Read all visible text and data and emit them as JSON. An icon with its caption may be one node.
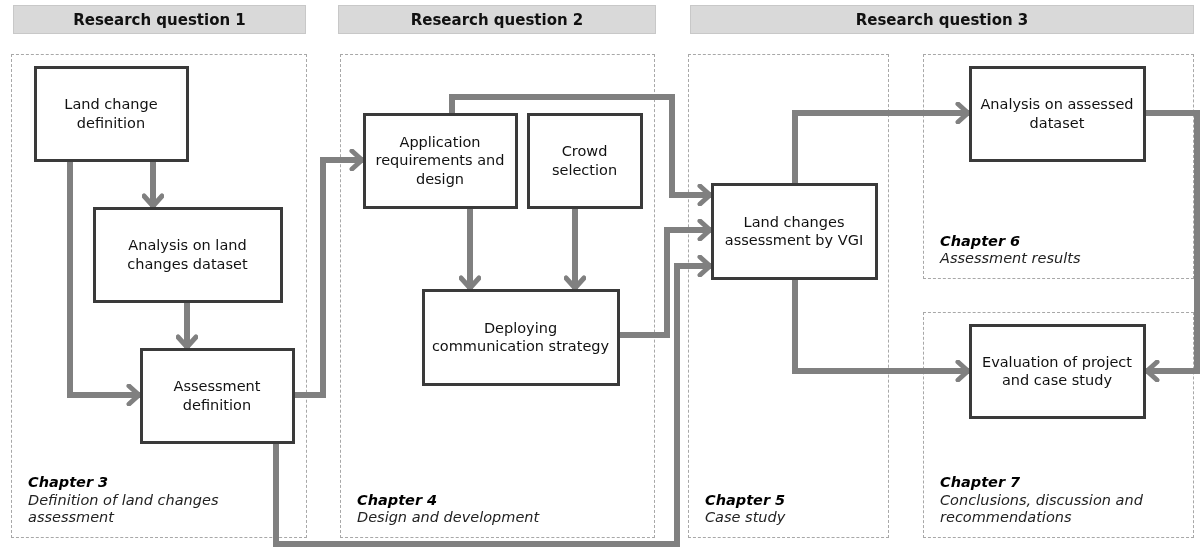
{
  "diagram": {
    "nodes": [
      {
        "text": [
          "Research question 1"
        ]
      },
      {
        "text": [
          "Research question 2"
        ]
      },
      {
        "text": [
          "Research question 3"
        ]
      },
      {
        "text": [
          "Chapter 3",
          "Definition of land changes assessment"
        ]
      },
      {
        "text": [
          "Land change definition"
        ],
        "in": 3
      },
      {
        "text": [
          "Analysis on land changes dataset"
        ],
        "in": 3
      },
      {
        "text": [
          "Assessment definition"
        ],
        "in": 3
      },
      {
        "text": [
          "Chapter 4",
          "Design and development"
        ]
      },
      {
        "text": [
          "Application requirements and design"
        ],
        "in": 7
      },
      {
        "text": [
          "Crowd selection"
        ],
        "in": 7
      },
      {
        "text": [
          "Deploying communication strategy"
        ],
        "in": 7
      },
      {
        "text": [
          "Chapter 5",
          "Case study"
        ]
      },
      {
        "text": [
          "Land changes assessment by VGI"
        ],
        "in": 11
      },
      {
        "text": [
          "Chapter 6",
          "Assessment results"
        ]
      },
      {
        "text": [
          "Analysis on assessed dataset"
        ],
        "in": 13
      },
      {
        "text": [
          "Chapter 7",
          "Conclusions, discussion and recommendations"
        ]
      },
      {
        "text": [
          "Evaluation of project and case study"
        ],
        "in": 15
      }
    ],
    "edges": [
      {
        "from": 4,
        "to": 5,
        "arrow": "to"
      },
      {
        "from": 4,
        "to": 6,
        "arrow": "to"
      },
      {
        "from": 5,
        "to": 6,
        "arrow": "to"
      },
      {
        "from": 6,
        "to": 8,
        "arrow": "to"
      },
      {
        "from": 8,
        "to": 12,
        "arrow": "to"
      },
      {
        "from": 8,
        "to": 10,
        "arrow": "to"
      },
      {
        "from": 9,
        "to": 10,
        "arrow": "to"
      },
      {
        "from": 10,
        "to": 12,
        "arrow": "to"
      },
      {
        "from": 6,
        "to": 12,
        "arrow": "to"
      },
      {
        "from": 12,
        "to": 14,
        "arrow": "to"
      },
      {
        "from": 12,
        "to": 16,
        "arrow": "to"
      },
      {
        "from": 14,
        "to": 16,
        "arrow": "to"
      }
    ]
  }
}
